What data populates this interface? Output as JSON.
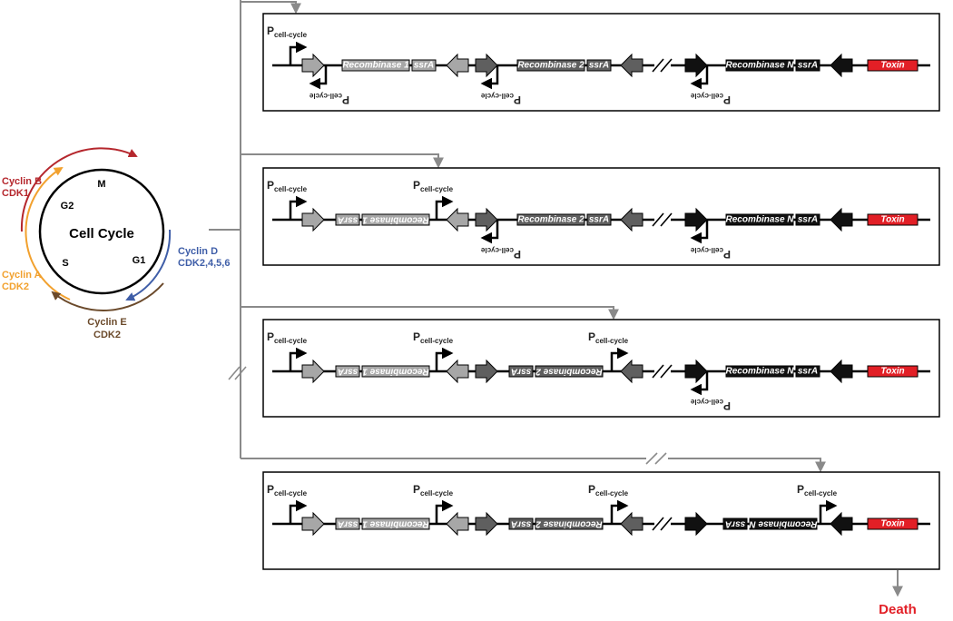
{
  "cycle": {
    "title": "Cell Cycle",
    "phases": {
      "m": "M",
      "g2": "G2",
      "s": "S",
      "g1": "G1"
    },
    "cyclin_b": {
      "name": "Cyclin B",
      "cdk": "CDK1"
    },
    "cyclin_a": {
      "name": "Cyclin A",
      "cdk": "CDK2"
    },
    "cyclin_e": {
      "name": "Cyclin E",
      "cdk": "CDK2"
    },
    "cyclin_d": {
      "name": "Cyclin D",
      "cdk": "CDK2,4,5,6"
    }
  },
  "promoter": {
    "p": "P",
    "sub": "cell-cycle"
  },
  "parts": {
    "recombinase_1": "Recombinase 1",
    "recombinase_2": "Recombinase 2",
    "recombinase_n": "Recombinase N",
    "ssra": "ssrA",
    "toxin": "Toxin"
  },
  "outcome": "Death",
  "colors": {
    "cyclin_b": "#b5272d",
    "cyclin_a": "#f2a12e",
    "cyclin_e": "#6b4a2b",
    "cyclin_d": "#3f5ea8",
    "toxin": "#e21f26",
    "part1": "#a7a7a7",
    "part2": "#5f5f5f",
    "partN": "#111111"
  }
}
